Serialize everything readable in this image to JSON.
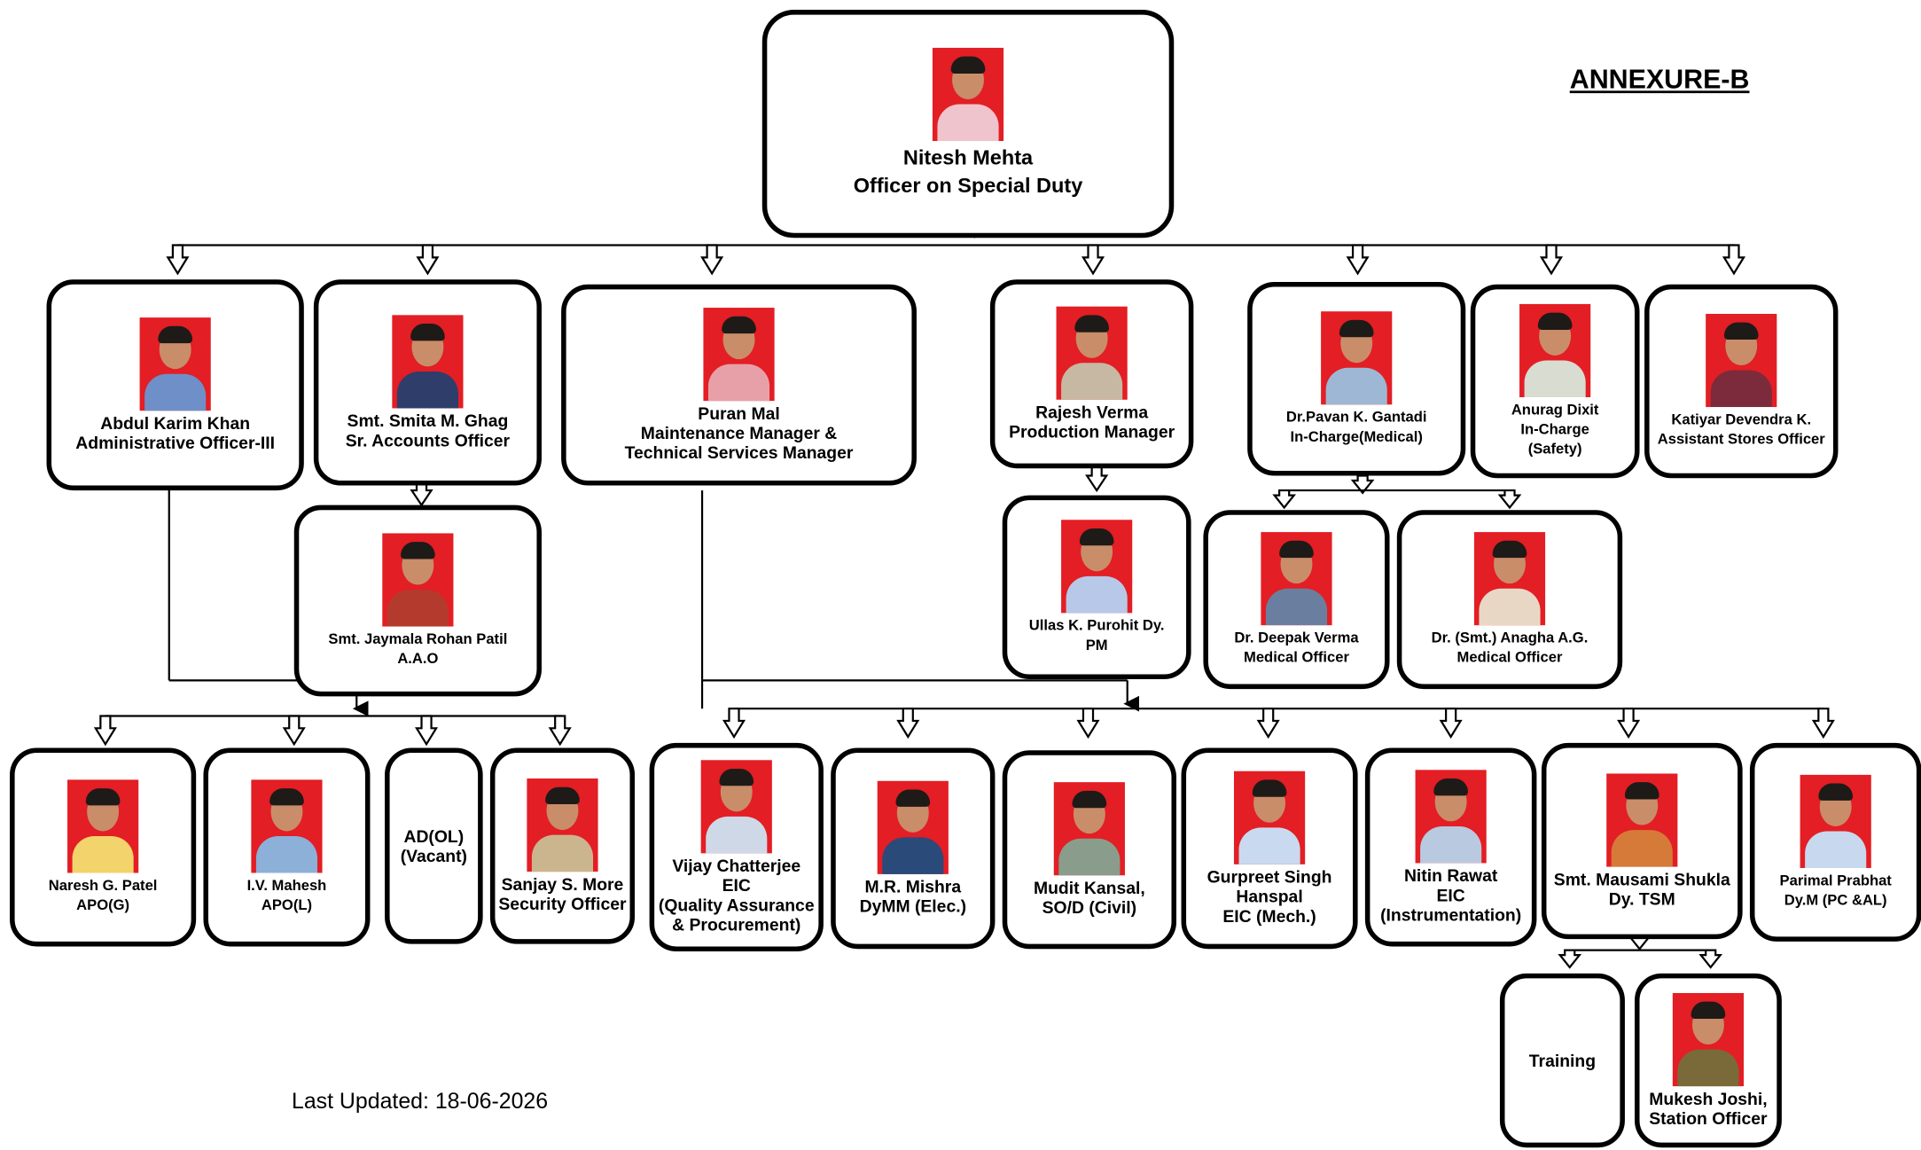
{
  "header": {
    "annexure": "ANNEXURE-B",
    "last_updated": "Last Updated: 18-06-2026"
  },
  "nodes": {
    "osd": {
      "lines": [
        "Nitesh Mehta",
        "Officer on Special Duty"
      ],
      "photo_bg": "#e31e24",
      "shirt": "#f0c4cc"
    },
    "ao3": {
      "lines": [
        "Abdul Karim Khan",
        "Administrative Officer-III"
      ],
      "shirt": "#6f8fc9"
    },
    "sao": {
      "lines": [
        "Smt. Smita M. Ghag",
        "Sr. Accounts Officer"
      ],
      "shirt": "#2f3d6b"
    },
    "aao": {
      "lines": [
        "Smt. Jaymala Rohan Patil",
        "A.A.O"
      ],
      "shirt": "#b53a2e"
    },
    "mm": {
      "lines": [
        "Puran Mal",
        "Maintenance Manager &",
        "Technical Services Manager"
      ],
      "shirt": "#e8a0a8"
    },
    "pm": {
      "lines": [
        "Rajesh Verma",
        "Production Manager"
      ],
      "shirt": "#c7b8a3"
    },
    "dypm": {
      "lines": [
        "Ullas K. Purohit Dy.",
        "PM"
      ],
      "shirt": "#b8c8e8"
    },
    "medical": {
      "lines": [
        "Dr.Pavan K. Gantadi",
        "In-Charge(Medical)"
      ],
      "shirt": "#9db7d4"
    },
    "safety": {
      "lines": [
        "Anurag Dixit",
        "In-Charge",
        "(Safety)"
      ],
      "shirt": "#d9dcd0"
    },
    "stores": {
      "lines": [
        "Katiyar Devendra K.",
        "Assistant Stores Officer"
      ],
      "shirt": "#7b2b3c"
    },
    "mo1": {
      "lines": [
        "Dr. Deepak Verma",
        "Medical Officer"
      ],
      "shirt": "#6a7fa0"
    },
    "mo2": {
      "lines": [
        "Dr. (Smt.) Anagha A.G.",
        "Medical Officer"
      ],
      "shirt": "#e9d7c6"
    },
    "apog": {
      "lines": [
        "Naresh G. Patel",
        "APO(G)"
      ],
      "shirt": "#f2d36c"
    },
    "apol": {
      "lines": [
        "I.V. Mahesh",
        "APO(L)"
      ],
      "shirt": "#8cb0d8"
    },
    "adol": {
      "lines": [
        "AD(OL)",
        "(Vacant)"
      ]
    },
    "security": {
      "lines": [
        "Sanjay S. More",
        "Security Officer"
      ],
      "shirt": "#cbb58f"
    },
    "eic_qa": {
      "lines": [
        "Vijay Chatterjee",
        "EIC",
        "(Quality Assurance",
        "& Procurement)"
      ],
      "shirt": "#cfd8e6"
    },
    "dymm": {
      "lines": [
        "M.R. Mishra",
        "DyMM (Elec.)"
      ],
      "shirt": "#2a4a7a"
    },
    "sod": {
      "lines": [
        "Mudit Kansal,",
        "SO/D (Civil)"
      ],
      "shirt": "#8a9c8c"
    },
    "eic_mech": {
      "lines": [
        "Gurpreet Singh",
        "Hanspal",
        "EIC (Mech.)"
      ],
      "shirt": "#c9daf0"
    },
    "eic_inst": {
      "lines": [
        "Nitin Rawat",
        "EIC",
        "(Instrumentation)"
      ],
      "shirt": "#b9c9e0"
    },
    "dytsm": {
      "lines": [
        "Smt. Mausami Shukla",
        "Dy. TSM"
      ],
      "shirt": "#d67a3a"
    },
    "dym": {
      "lines": [
        "Parimal Prabhat",
        "Dy.M (PC &AL)"
      ],
      "shirt": "#c8d8ef"
    },
    "training": {
      "lines": [
        "Training"
      ]
    },
    "station": {
      "lines": [
        "Mukesh Joshi,",
        "Station Officer"
      ],
      "shirt": "#7a6a3a"
    }
  }
}
